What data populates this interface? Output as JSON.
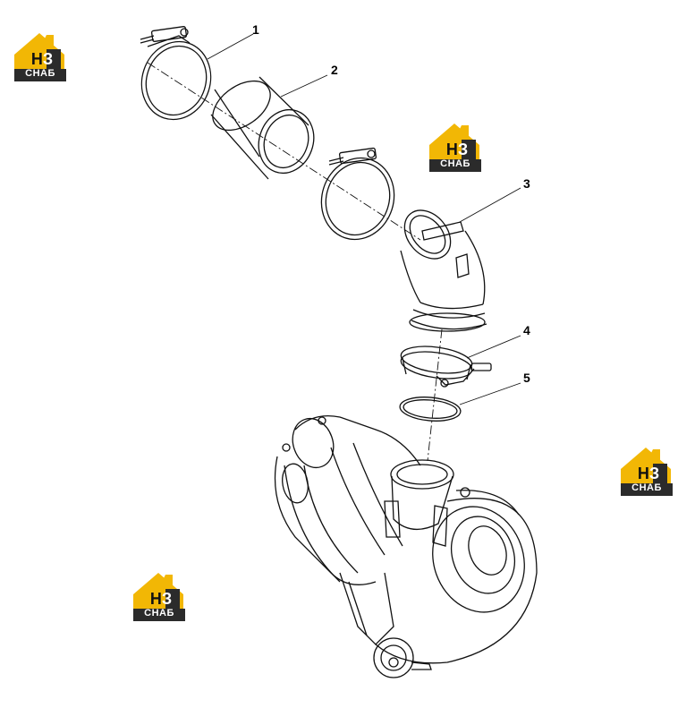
{
  "callouts": [
    {
      "label": "1"
    },
    {
      "label": "2"
    },
    {
      "label": "3"
    },
    {
      "label": "4"
    },
    {
      "label": "5"
    }
  ],
  "watermark": {
    "mark_h": "Н",
    "mark_z": "З",
    "text": "СНАБ",
    "colors": {
      "yellow": "#f2b705",
      "dark": "#2b2b2b",
      "white": "#ffffff"
    }
  },
  "colors": {
    "line": "#111111",
    "background": "#ffffff"
  }
}
